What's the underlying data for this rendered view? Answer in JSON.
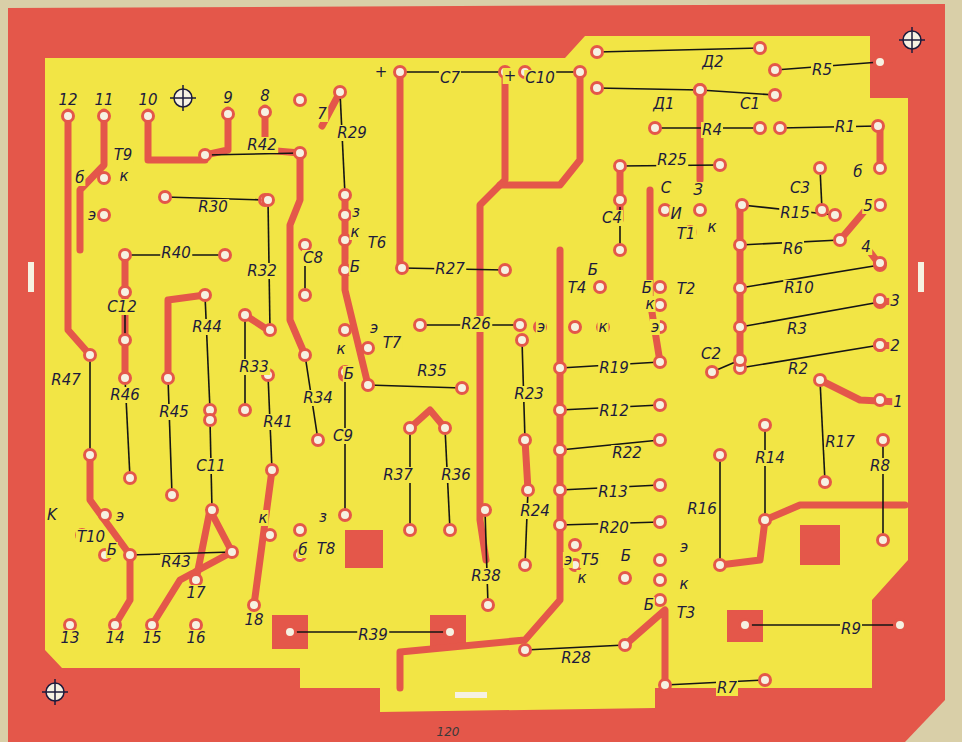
{
  "diagram": {
    "labels": [
      "12",
      "11",
      "10",
      "9",
      "8",
      "7",
      "+",
      "C7",
      "+",
      "C10",
      "Д2",
      "Д1",
      "C1",
      "R5",
      "R4",
      "R1",
      "T9",
      "к",
      "б",
      "R42",
      "R29",
      "R25",
      "б",
      "R30",
      "C3",
      "С",
      "З",
      "5",
      "э",
      "з",
      "C4",
      "И",
      "к",
      "R15",
      "к",
      "T1",
      "T6",
      "R6",
      "4",
      "R40",
      "C8",
      "Б",
      "R27",
      "R32",
      "Б",
      "T4",
      "Б",
      "T2",
      "R10",
      "3",
      "к",
      "C12",
      "R26",
      "э",
      "э",
      "к",
      "э",
      "R44",
      "R3",
      "к",
      "T7",
      "2",
      "C2",
      "R19",
      "R2",
      "R33",
      "Б",
      "R35",
      "R47",
      "R46",
      "R23",
      "R34",
      "1",
      "R12",
      "R45",
      "R41",
      "C9",
      "R17",
      "R22",
      "R14",
      "R8",
      "C11",
      "R37",
      "R36",
      "R13",
      "R16",
      "R24",
      "K",
      "э",
      "к",
      "з",
      "R20",
      "T10",
      "э",
      "б",
      "T8",
      "Б",
      "э",
      "T5",
      "Б",
      "R43",
      "R38",
      "к",
      "к",
      "17",
      "Б",
      "T3",
      "18",
      "R9",
      "R39",
      "13",
      "14",
      "15",
      "16",
      "R28",
      "R7",
      "120"
    ]
  }
}
